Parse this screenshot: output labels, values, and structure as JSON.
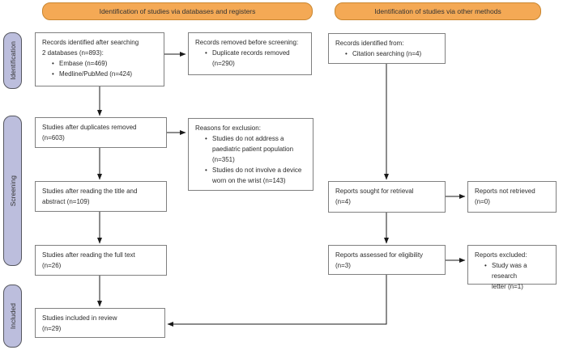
{
  "banners": [
    {
      "label": "Identification of studies via databases and registers"
    },
    {
      "label": "Identification of studies via other methods"
    }
  ],
  "stages": [
    {
      "label": "Identification"
    },
    {
      "label": "Screening"
    },
    {
      "label": "Included"
    }
  ],
  "boxes": {
    "records_identified": {
      "title": "Records identified after searching\n2 databases (n=893):",
      "items": [
        "Embase (n=469)",
        "Medline/PubMed (n=424)"
      ]
    },
    "records_removed": {
      "title": "Records removed before screening:",
      "items": [
        "Duplicate records removed\n(n=290)"
      ]
    },
    "duplicates_removed": {
      "title": "Studies after duplicates removed\n(n=603)"
    },
    "reasons_exclusion": {
      "title": "Reasons for exclusion:",
      "items": [
        "Studies do not address a\npaediatric patient population\n(n=351)",
        "Studies do not involve a device\nworn on the wrist (n=143)"
      ]
    },
    "title_abstract": {
      "title": "Studies after reading the title and\nabstract (n=109)"
    },
    "full_text": {
      "title": "Studies after reading the full text\n(n=26)"
    },
    "included_review": {
      "title": "Studies included in review\n(n=29)"
    },
    "records_other": {
      "title": "Records identified from:",
      "items": [
        "Citation searching (n=4)"
      ]
    },
    "reports_sought": {
      "title": "Reports sought for retrieval\n(n=4)"
    },
    "reports_not_retrieved": {
      "title": "Reports not retrieved\n(n=0)"
    },
    "reports_assessed": {
      "title": "Reports assessed for eligibility\n(n=3)"
    },
    "reports_excluded": {
      "title": "Reports excluded:",
      "items": [
        "Study was a research\nletter (n=1)"
      ]
    }
  },
  "colors": {
    "banner_fill": "#F4A955",
    "banner_border": "#C9862F",
    "stage_fill": "#BCBEDD",
    "stage_border": "#55565E",
    "box_border": "#808080",
    "arrow": "#1A1A1A",
    "text": "#2B2B2B"
  }
}
